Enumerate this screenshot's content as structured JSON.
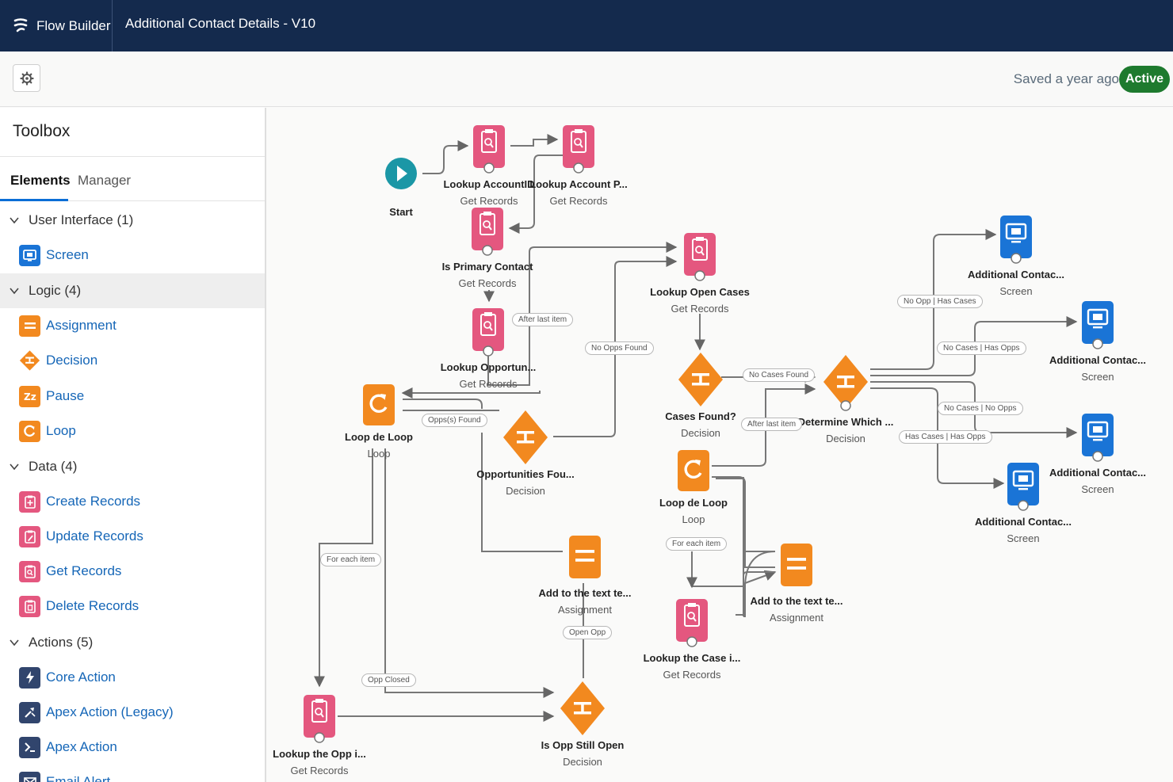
{
  "header": {
    "app_name": "Flow Builder",
    "flow_title": "Additional Contact Details - V10"
  },
  "status": {
    "saved": "Saved a year ago",
    "badge": "Active",
    "badge_color": "#1e7a2e"
  },
  "toolbox": {
    "title": "Toolbox",
    "tabs": [
      "Elements",
      "Manager"
    ],
    "sections": [
      {
        "label": "User Interface (1)",
        "items": [
          {
            "label": "Screen",
            "icon": "screen-icon"
          }
        ]
      },
      {
        "label": "Logic (4)",
        "items": [
          {
            "label": "Assignment",
            "icon": "assignment-icon"
          },
          {
            "label": "Decision",
            "icon": "decision-icon"
          },
          {
            "label": "Pause",
            "icon": "pause-icon"
          },
          {
            "label": "Loop",
            "icon": "loop-icon"
          }
        ]
      },
      {
        "label": "Data (4)",
        "items": [
          {
            "label": "Create Records",
            "icon": "create-records-icon"
          },
          {
            "label": "Update Records",
            "icon": "update-records-icon"
          },
          {
            "label": "Get Records",
            "icon": "get-records-icon"
          },
          {
            "label": "Delete Records",
            "icon": "delete-records-icon"
          }
        ]
      },
      {
        "label": "Actions (5)",
        "items": [
          {
            "label": "Core Action",
            "icon": "core-action-icon"
          },
          {
            "label": "Apex Action (Legacy)",
            "icon": "apex-legacy-icon"
          },
          {
            "label": "Apex Action",
            "icon": "apex-action-icon"
          },
          {
            "label": "Email Alert",
            "icon": "email-alert-icon"
          }
        ]
      }
    ]
  },
  "colors": {
    "screen": "#1a74d6",
    "logic": "#f2891f",
    "data": "#e4577f",
    "action": "#31456d",
    "start": "#1b97a6"
  },
  "canvas": {
    "nodes": [
      {
        "label": "Start",
        "type": ""
      },
      {
        "label": "Lookup AccountID",
        "type": "Get Records"
      },
      {
        "label": "Lookup Account P...",
        "type": "Get Records"
      },
      {
        "label": "Is Primary Contact",
        "type": "Get Records"
      },
      {
        "label": "Lookup Opportun...",
        "type": "Get Records"
      },
      {
        "label": "Loop de Loop",
        "type": "Loop"
      },
      {
        "label": "Opportunities Fou...",
        "type": "Decision"
      },
      {
        "label": "Lookup Open Cases",
        "type": "Get Records"
      },
      {
        "label": "Cases Found?",
        "type": "Decision"
      },
      {
        "label": "Determine Which ...",
        "type": "Decision"
      },
      {
        "label": "Additional Contac...",
        "type": "Screen"
      },
      {
        "label": "Additional Contac...",
        "type": "Screen"
      },
      {
        "label": "Additional Contac...",
        "type": "Screen"
      },
      {
        "label": "Additional Contac...",
        "type": "Screen"
      },
      {
        "label": "Loop de Loop",
        "type": "Loop"
      },
      {
        "label": "Add to the text te...",
        "type": "Assignment"
      },
      {
        "label": "Add to the text te...",
        "type": "Assignment"
      },
      {
        "label": "Lookup the Case i...",
        "type": "Get Records"
      },
      {
        "label": "Lookup the Opp i...",
        "type": "Get Records"
      },
      {
        "label": "Is Opp Still Open",
        "type": "Decision"
      }
    ],
    "connector_labels": [
      "After last item",
      "No Opps Found",
      "Opps(s) Found",
      "No Cases Found",
      "After last item",
      "No Opp | Has Cases",
      "No Cases | Has Opps",
      "No Cases | No Opps",
      "Has Cases | Has Opps",
      "For each item",
      "For each item",
      "Open Opp",
      "Opp Closed"
    ]
  }
}
